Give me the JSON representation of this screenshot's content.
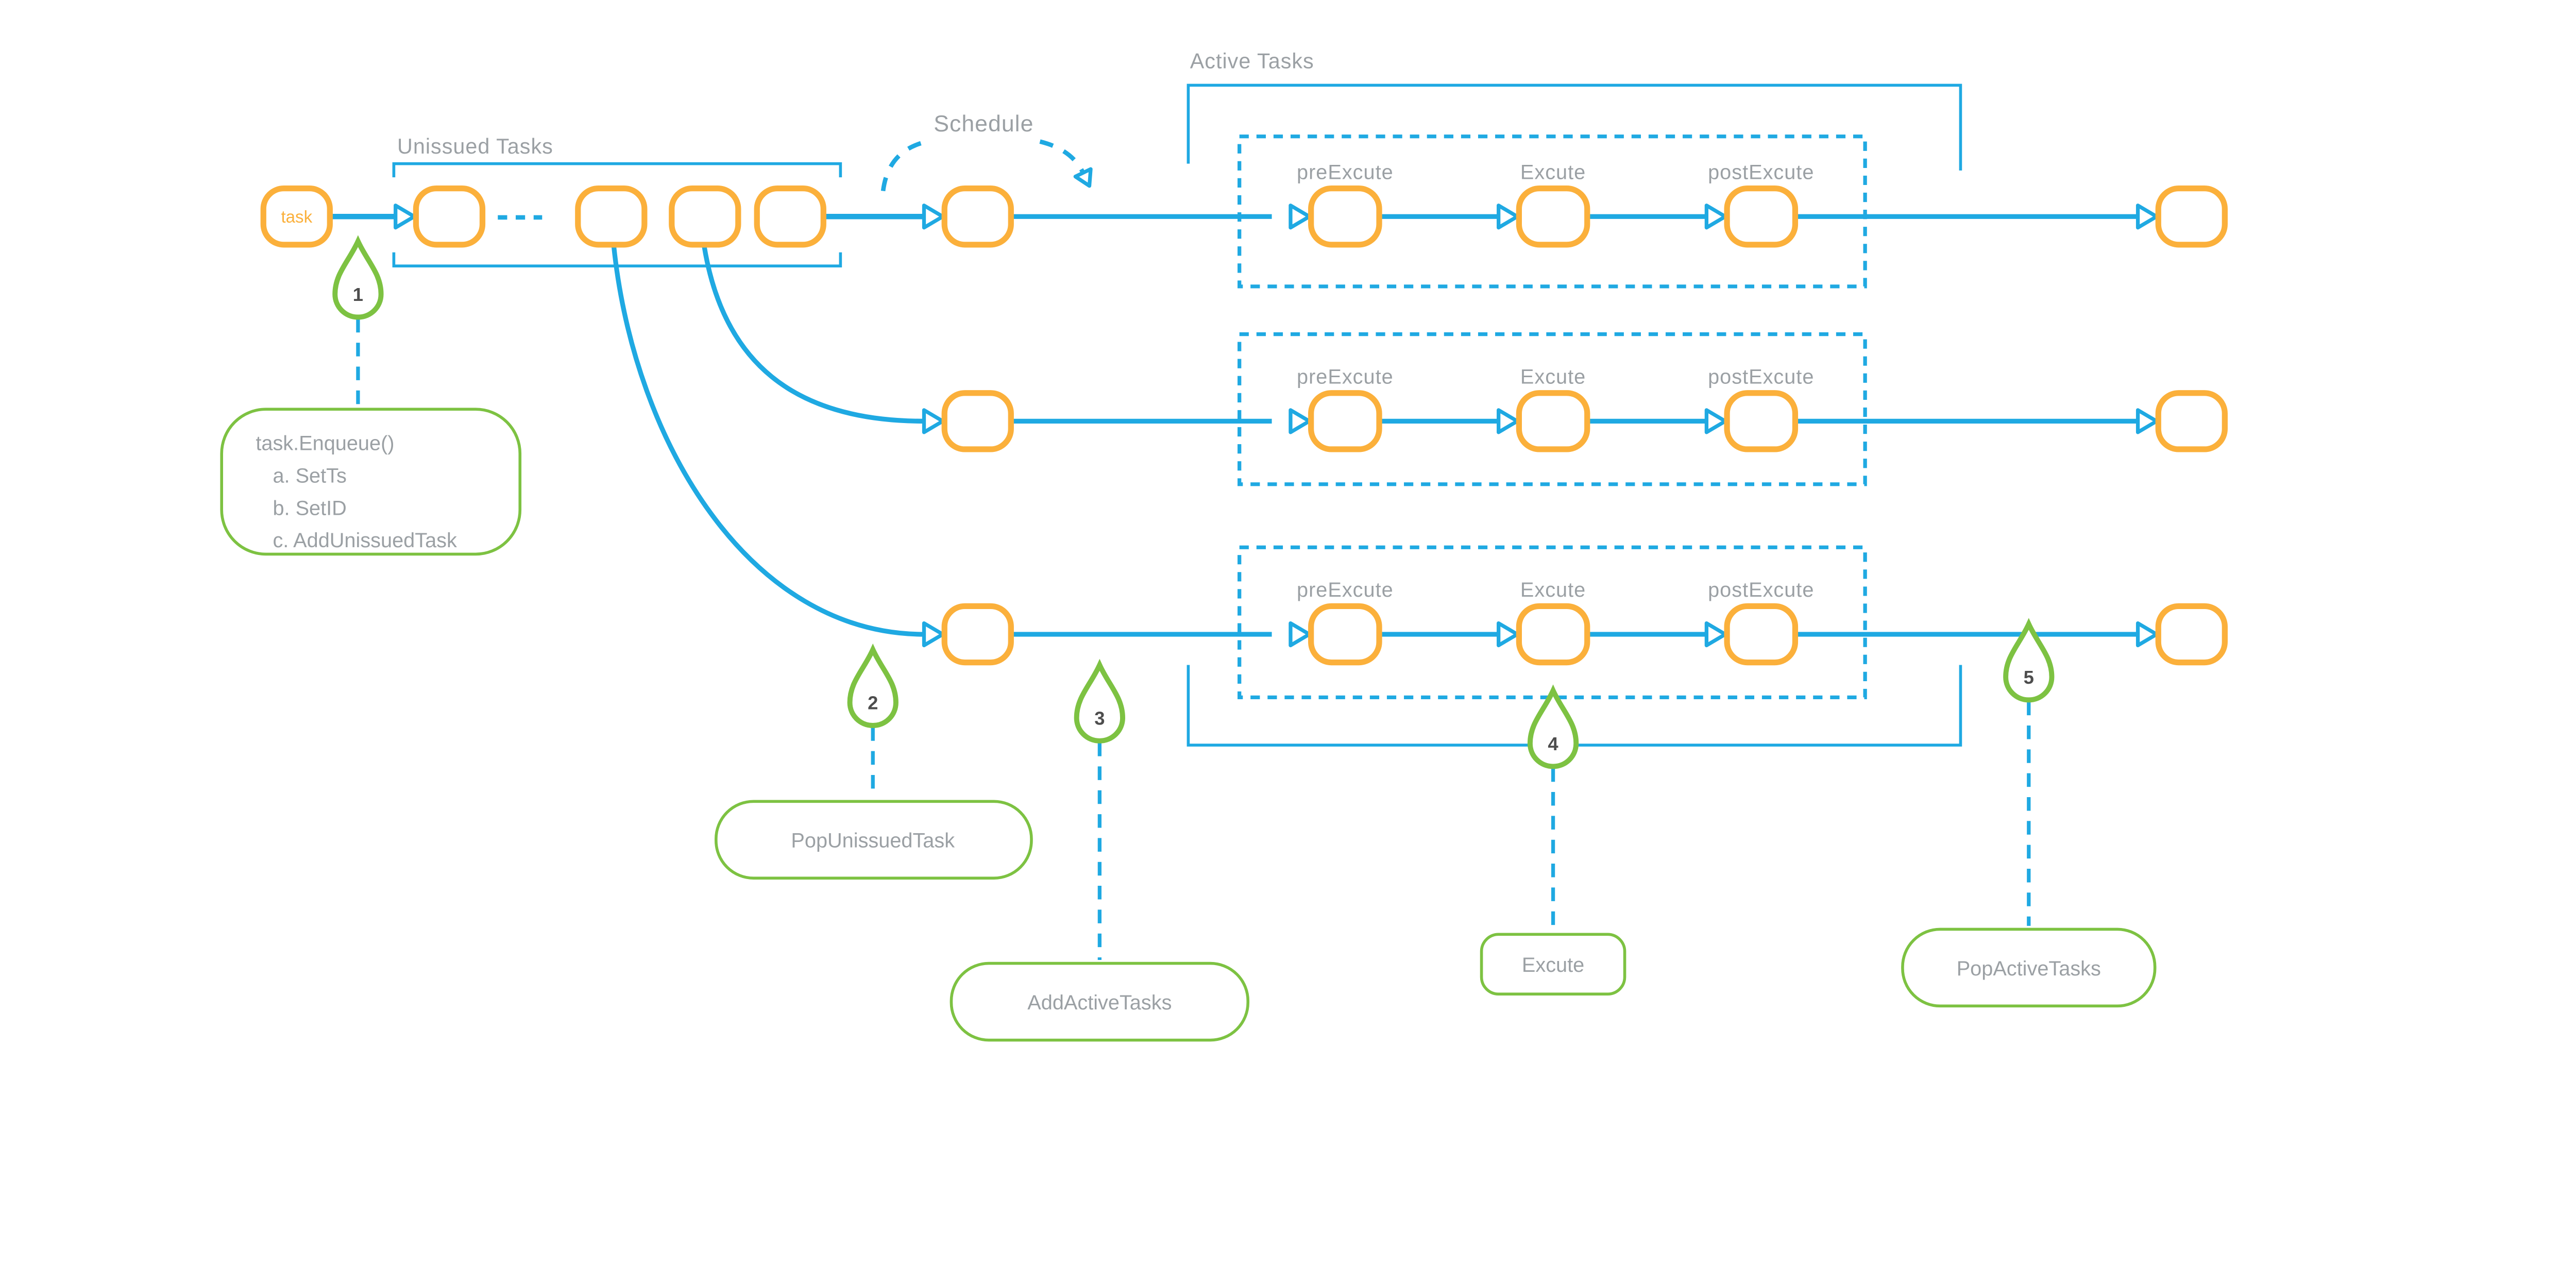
{
  "colors": {
    "accent_blue": "#1FA9E2",
    "node_orange": "#FBB03B",
    "marker_green": "#7DC242",
    "label_gray": "#9BA0A4",
    "number_dark": "#4D4D4D"
  },
  "queue": {
    "task_node_label": "task",
    "section_label": "Unissued Tasks"
  },
  "schedule": {
    "label": "Schedule"
  },
  "active_tasks": {
    "section_label": "Active Tasks",
    "stage_labels": [
      "preExcute",
      "Excute",
      "postExcute"
    ],
    "row_count": 3
  },
  "markers": [
    {
      "number": "1",
      "note_title": "task.Enqueue()",
      "note_items": [
        "a. SetTs",
        "b. SetID",
        "c. AddUnissuedTask"
      ]
    },
    {
      "number": "2",
      "note": "PopUnissuedTask"
    },
    {
      "number": "3",
      "note": "AddActiveTasks"
    },
    {
      "number": "4",
      "note": "Excute"
    },
    {
      "number": "5",
      "note": "PopActiveTasks"
    }
  ]
}
